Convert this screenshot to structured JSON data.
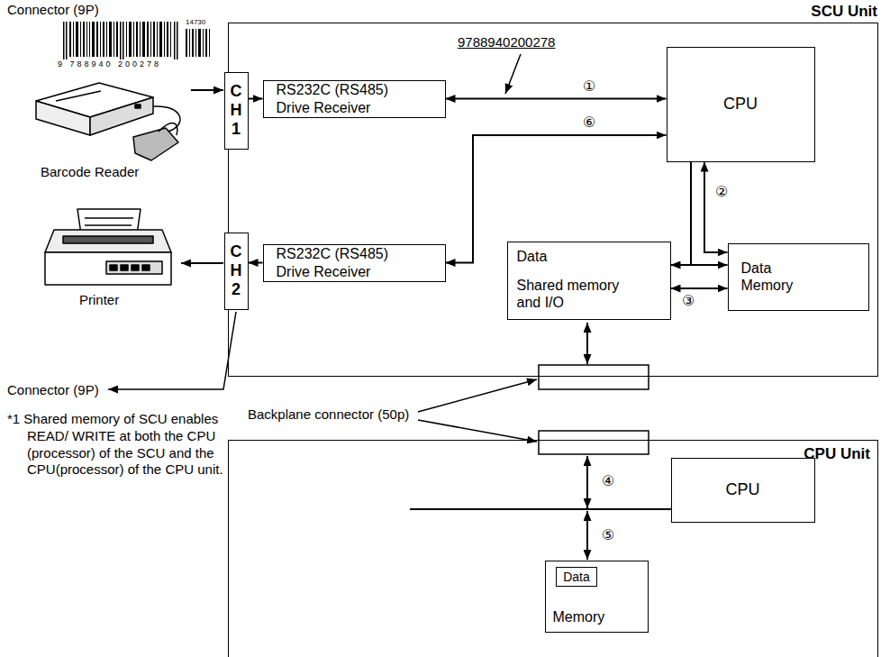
{
  "diagram": {
    "nodes": [
      {
        "text": [
          "SCU Unit"
        ]
      },
      {
        "text": [
          "C H 1"
        ],
        "in": 0
      },
      {
        "text": [
          "RS232C (RS485) Drive Receiver"
        ],
        "in": 0
      },
      {
        "text": [
          "CPU"
        ],
        "in": 0
      },
      {
        "text": [
          "C H 2"
        ],
        "in": 0
      },
      {
        "text": [
          "RS232C (RS485) Drive Receiver"
        ],
        "in": 0
      },
      {
        "text": [
          "Data",
          "Shared memory and I/O"
        ],
        "in": 0
      },
      {
        "text": [
          "Data Memory"
        ],
        "in": 0
      },
      {
        "text": [
          "CPU Unit"
        ]
      },
      {
        "text": [
          "CPU"
        ],
        "in": 8
      },
      {
        "text": [
          "Memory"
        ],
        "in": 8
      },
      {
        "text": [
          "Data"
        ],
        "in": 10
      }
    ],
    "edges": [
      {
        "from": 1,
        "to": 2,
        "arrow": "to"
      },
      {
        "from": 2,
        "to": 3,
        "arrow": "both",
        "label": "①"
      },
      {
        "from": 5,
        "to": 3,
        "arrow": "both",
        "label": "⑥"
      },
      {
        "from": 5,
        "to": 4,
        "arrow": "to"
      },
      {
        "from": 3,
        "to": 7,
        "arrow": "both",
        "label": "②"
      },
      {
        "from": 6,
        "to": 7,
        "arrow": "both"
      },
      {
        "from": 6,
        "to": 7,
        "arrow": "both",
        "label": "③"
      },
      {
        "from": 3,
        "to": 6,
        "arrow": "none"
      }
    ],
    "labels": [
      "Connector (9P)",
      "9 788940 200278",
      "14730",
      "Barcode Reader",
      "Printer",
      "Connector (9P)",
      "9788940200278",
      "Backplane connector (50p)",
      "④",
      "⑤",
      "*1 Shared memory of SCU enables READ/ WRITE at both the CPU (processor) of the SCU and the CPU(processor) of the CPU unit."
    ]
  }
}
